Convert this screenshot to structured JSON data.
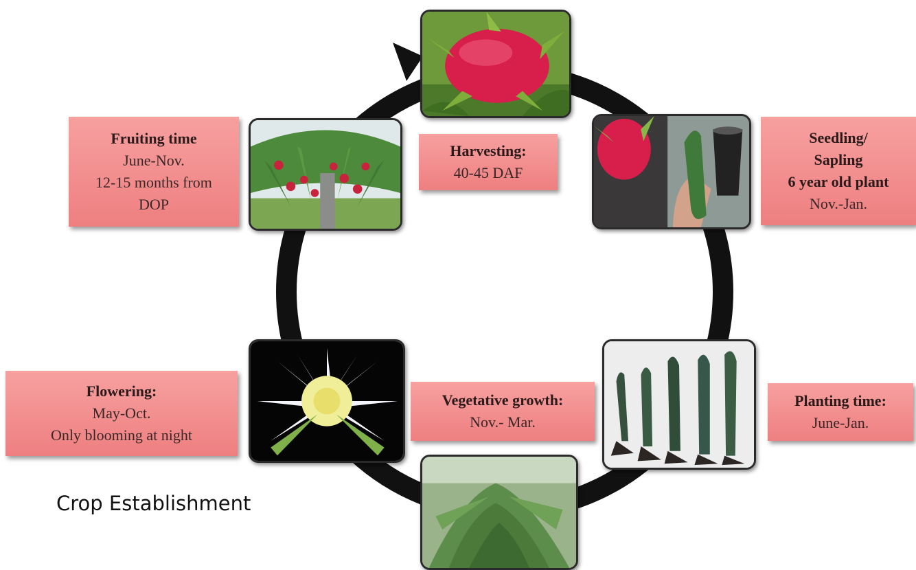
{
  "stages": {
    "harvesting": {
      "title": "Harvesting:",
      "lines": [
        "40-45 DAF"
      ]
    },
    "seedling": {
      "title": "Seedling/",
      "title2": "Sapling",
      "title3": "6 year old plant",
      "lines": [
        "Nov.-Jan."
      ]
    },
    "planting": {
      "title": "Planting time:",
      "lines": [
        "June-Jan."
      ]
    },
    "vegetative": {
      "title": "Vegetative growth:",
      "lines": [
        "Nov.- Mar."
      ]
    },
    "flowering": {
      "title": "Flowering:",
      "lines": [
        "May-Oct.",
        "Only blooming at night"
      ]
    },
    "fruiting": {
      "title": "Fruiting time",
      "lines": [
        "June-Nov.",
        "12-15 months from",
        "DOP"
      ]
    }
  },
  "caption": "Crop Establishment",
  "colors": {
    "label_fill": "#f08f90",
    "ring": "#111111",
    "photo_border": "#2a2a2a"
  },
  "icons": {
    "harvesting": "dragon-fruit-photo",
    "seedling": "seedling-cutting-photo",
    "planting": "planting-cuttings-photo",
    "vegetative": "vegetative-plant-photo",
    "flowering": "night-flower-photo",
    "fruiting": "fruiting-plant-photo"
  }
}
